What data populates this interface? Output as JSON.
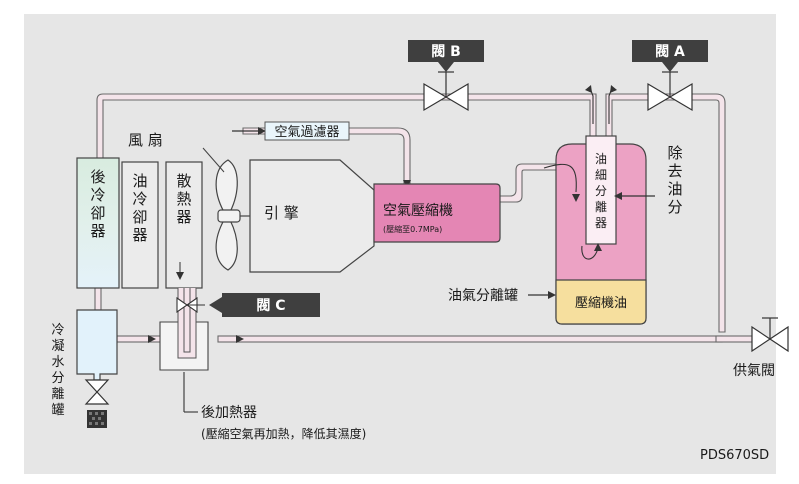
{
  "colors": {
    "panel": "#e6e6e6",
    "pipe_fill": "#f4e4ea",
    "pipe_stroke": "#6a6a6a",
    "compressor": "#e486b4",
    "separator_body": "#eca2c4",
    "separator_tube": "#fbeef4",
    "oil": "#f6df9e",
    "aftercooler_top": "#dcefe4",
    "drain_tank": "#e2f2fb",
    "callout": "#3f3f3f",
    "stroke": "#444444"
  },
  "labels": {
    "valve_b": "閥 B",
    "valve_a": "閥 A",
    "valve_c": "閥 C",
    "fan": "風 扇",
    "air_filter": "空氣過濾器",
    "aftercooler": [
      "後",
      "冷",
      "卻",
      "器"
    ],
    "oil_cooler": [
      "油",
      "冷",
      "卻",
      "器"
    ],
    "radiator": [
      "散",
      "熱",
      "器"
    ],
    "engine": "引 擎",
    "compressor": "空氣壓縮機",
    "compressor_note": "(壓縮至0.7MPa)",
    "fine_separator": [
      "油",
      "細",
      "分",
      "離",
      "器"
    ],
    "oil_removal": [
      "除",
      "去",
      "油",
      "分"
    ],
    "oil_gas_tank": "油氣分離罐",
    "compressor_oil": "壓縮機油",
    "drain_separator": [
      "冷",
      "凝",
      "水",
      "分",
      "離",
      "罐"
    ],
    "reheater": "後加熱器",
    "reheater_note": "(壓縮空氣再加熱，降低其濕度)",
    "supply_valve": "供氣閥",
    "model": "PDS670SD"
  },
  "icons": [
    "gate-valve-icon",
    "cooling-fan-icon",
    "arrow-icon",
    "drain-filter-icon"
  ]
}
